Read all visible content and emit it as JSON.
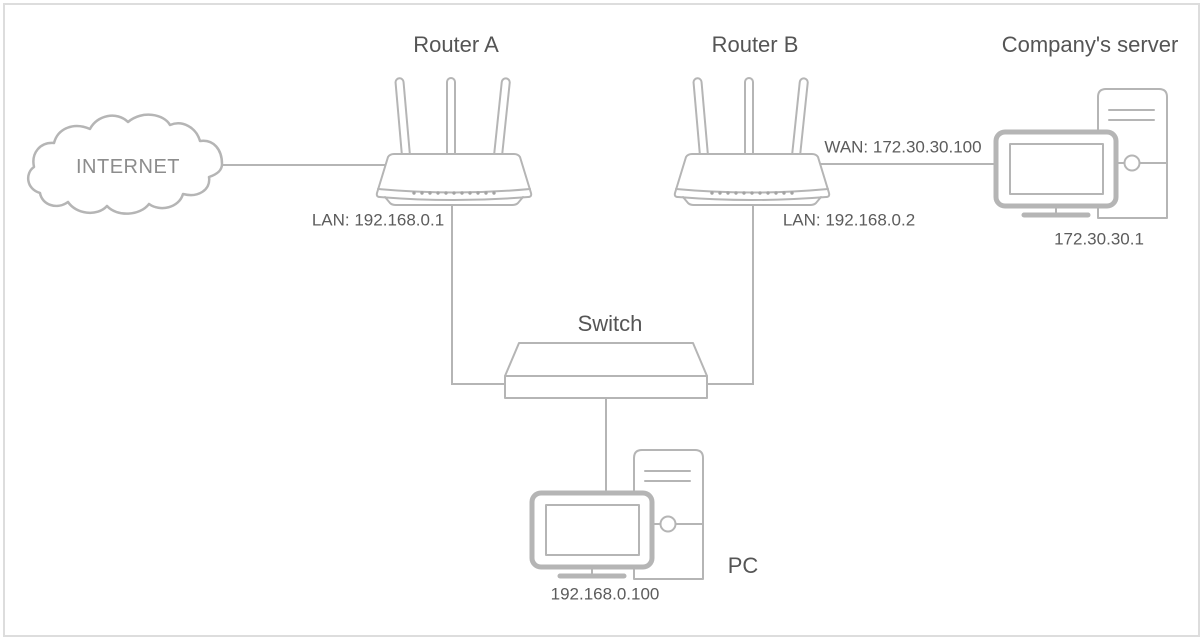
{
  "nodes": {
    "internet": {
      "label": "INTERNET"
    },
    "router_a": {
      "title": "Router A",
      "lan_label": "LAN: 192.168.0.1"
    },
    "router_b": {
      "title": "Router B",
      "wan_label": "WAN: 172.30.30.100",
      "lan_label": "LAN: 192.168.0.2"
    },
    "switch": {
      "title": "Switch"
    },
    "company_server": {
      "title": "Company's server",
      "ip_label": "172.30.30.1"
    },
    "pc": {
      "title": "PC",
      "ip_label": "192.168.0.100"
    }
  },
  "colors": {
    "line": "#b5b5b5",
    "icon_stroke": "#b5b5b5",
    "dot": "#a3a3a3",
    "title_text": "#555555",
    "label_text": "#5c5c5c",
    "internet_text": "#8d8d8d",
    "frame_border": "#dddddd",
    "background": "#ffffff"
  }
}
